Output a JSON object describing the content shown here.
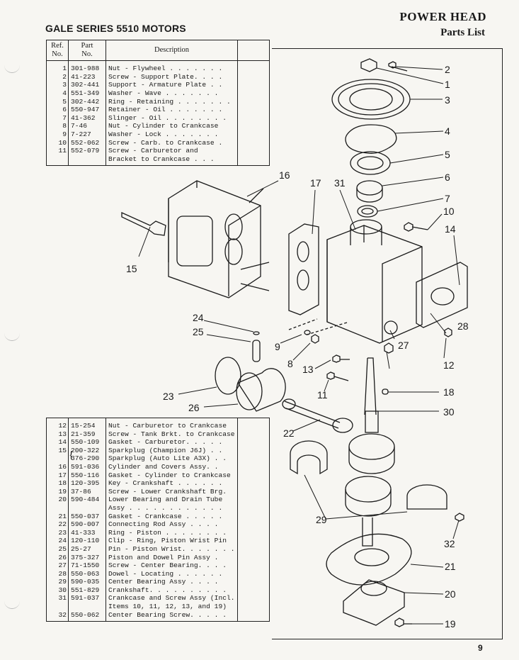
{
  "header": {
    "series": "GALE SERIES 5510 MOTORS",
    "title": "POWER HEAD",
    "subtitle": "Parts List"
  },
  "table_headers": {
    "ref": "Ref.\nNo.",
    "part": "Part\nNo.",
    "description": "Description"
  },
  "table1": [
    {
      "ref": "1",
      "part": "301-988",
      "desc": "Nut - Flywheel . . . . . . ."
    },
    {
      "ref": "2",
      "part": "41-223",
      "desc": "Screw - Support Plate. . . ."
    },
    {
      "ref": "3",
      "part": "302-441",
      "desc": "Support - Armature Plate . ."
    },
    {
      "ref": "4",
      "part": "551-349",
      "desc": "Washer - Wave . . . . . . ."
    },
    {
      "ref": "5",
      "part": "302-442",
      "desc": "Ring - Retaining . . . . . . ."
    },
    {
      "ref": "6",
      "part": "550-947",
      "desc": "Retainer - Oil . . . . . . ."
    },
    {
      "ref": "7",
      "part": "41-362",
      "desc": "Slinger - Oil . . . . . . . ."
    },
    {
      "ref": "8",
      "part": "7-46",
      "desc": "Nut - Cylinder to Crankcase"
    },
    {
      "ref": "9",
      "part": "7-227",
      "desc": "Washer - Lock . . . . . . ."
    },
    {
      "ref": "10",
      "part": "552-062",
      "desc": "Screw - Carb. to Crankcase ."
    },
    {
      "ref": "11",
      "part": "552-079",
      "desc": "Screw - Carburetor and"
    },
    {
      "ref": "",
      "part": "",
      "desc": "     Bracket to Crankcase . . ."
    }
  ],
  "table2": [
    {
      "ref": "12",
      "part": "15-254",
      "desc": "Nut - Carburetor to Crankcase"
    },
    {
      "ref": "13",
      "part": "21-359",
      "desc": "Screw - Tank Brkt. to Crankcase"
    },
    {
      "ref": "14",
      "part": "550-109",
      "desc": "Gasket - Carburetor. . . . ."
    },
    {
      "ref": "15",
      "part": "200-322",
      "desc": "Sparkplug (Champion J6J) . ."
    },
    {
      "ref": "",
      "part": "376-290",
      "desc": "Sparkplug (Auto Lite A3X) . ."
    },
    {
      "ref": "16",
      "part": "591-036",
      "desc": "Cylinder and Covers Assy. ."
    },
    {
      "ref": "17",
      "part": "550-116",
      "desc": "Gasket - Cylinder to Crankcase"
    },
    {
      "ref": "18",
      "part": "120-395",
      "desc": "Key - Crankshaft . . . . . ."
    },
    {
      "ref": "19",
      "part": "37-86",
      "desc": "Screw - Lower Crankshaft Brg."
    },
    {
      "ref": "20",
      "part": "590-484",
      "desc": "Lower Bearing and Drain Tube"
    },
    {
      "ref": "",
      "part": "",
      "desc": "   Assy . . . . . . . . . . . ."
    },
    {
      "ref": "21",
      "part": "550-037",
      "desc": "Gasket - Crankcase . . . . ."
    },
    {
      "ref": "22",
      "part": "590-007",
      "desc": "Connecting Rod Assy . . . ."
    },
    {
      "ref": "23",
      "part": "41-333",
      "desc": "Ring - Piston . . . . . . . ."
    },
    {
      "ref": "24",
      "part": "120-110",
      "desc": "Clip - Ring, Piston Wrist Pin"
    },
    {
      "ref": "25",
      "part": "25-27",
      "desc": "Pin - Piston Wrist. . . . . . ."
    },
    {
      "ref": "26",
      "part": "375-327",
      "desc": "Piston and Dowel Pin Assy ."
    },
    {
      "ref": "27",
      "part": "71-1550",
      "desc": "Screw - Center Bearing. . . ."
    },
    {
      "ref": "28",
      "part": "550-063",
      "desc": "Dowel - Locating . . . . . ."
    },
    {
      "ref": "29",
      "part": "590-035",
      "desc": "Center Bearing Assy . . . ."
    },
    {
      "ref": "30",
      "part": "551-829",
      "desc": "Crankshaft. . . . . . . . . ."
    },
    {
      "ref": "31",
      "part": "591-037",
      "desc": "Crankcase and Screw Assy (Incl."
    },
    {
      "ref": "",
      "part": "",
      "desc": "  Items 10, 11, 12, 13, and 19)"
    },
    {
      "ref": "32",
      "part": "550-062",
      "desc": "Center Bearing Screw. . . . ."
    }
  ],
  "callouts": [
    "1",
    "2",
    "3",
    "4",
    "5",
    "6",
    "7",
    "8",
    "9",
    "10",
    "11",
    "12",
    "13",
    "14",
    "15",
    "16",
    "17",
    "18",
    "19",
    "20",
    "21",
    "22",
    "23",
    "24",
    "25",
    "26",
    "27",
    "28",
    "29",
    "30",
    "31",
    "32"
  ],
  "page_number": "9",
  "colors": {
    "paper": "#f7f6f2",
    "ink": "#1a1a1a"
  }
}
